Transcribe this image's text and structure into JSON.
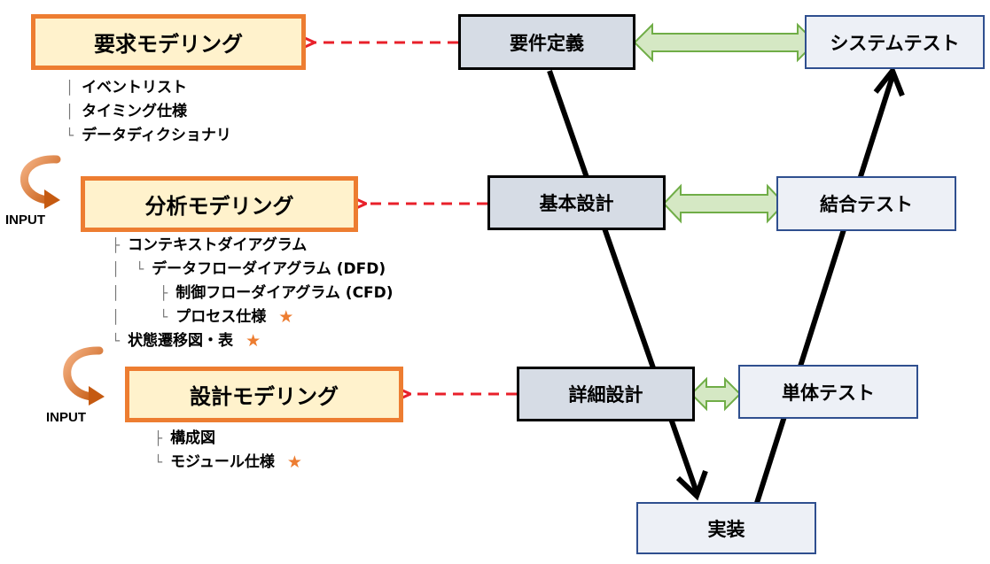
{
  "modeling_boxes": {
    "requirements": "要求モデリング",
    "analysis": "分析モデリング",
    "design": "設計モデリング"
  },
  "vmodel": {
    "requirements_definition": "要件定義",
    "basic_design": "基本設計",
    "detailed_design": "詳細設計",
    "implementation": "実装",
    "system_test": "システムテスト",
    "integration_test": "結合テスト",
    "unit_test": "単体テスト"
  },
  "requirements_outputs": [
    {
      "prefix": "│ ",
      "label": "イベントリスト"
    },
    {
      "prefix": "│ ",
      "label": "タイミング仕様"
    },
    {
      "prefix": "└ ",
      "label": "データディクショナリ"
    }
  ],
  "analysis_outputs": [
    {
      "prefix": "├ ",
      "label": "コンテキストダイアグラム",
      "star": false
    },
    {
      "prefix": "│  └ ",
      "label": "データフローダイアグラム (DFD)",
      "star": false
    },
    {
      "prefix": "│     ├ ",
      "label": "制御フローダイアグラム (CFD)",
      "star": false
    },
    {
      "prefix": "│     └ ",
      "label": "プロセス仕様",
      "star": true
    },
    {
      "prefix": "└ ",
      "label": "状態遷移図・表",
      "star": true
    }
  ],
  "design_outputs": [
    {
      "prefix": "├ ",
      "label": "構成図",
      "star": false
    },
    {
      "prefix": "└ ",
      "label": "モジュール仕様",
      "star": true
    }
  ],
  "input_labels": [
    "INPUT",
    "INPUT"
  ],
  "star_symbol": "★",
  "colors": {
    "modeling_border": "#ed7d31",
    "modeling_fill": "#fff2cc",
    "dev_fill": "#d6dce5",
    "test_fill": "#edf0f6",
    "test_border": "#2f4f8f",
    "dashed_arrow": "#e8202a",
    "double_arrow_fill": "#d5e8c4",
    "double_arrow_stroke": "#70ad47",
    "star": "#ed7d31"
  }
}
